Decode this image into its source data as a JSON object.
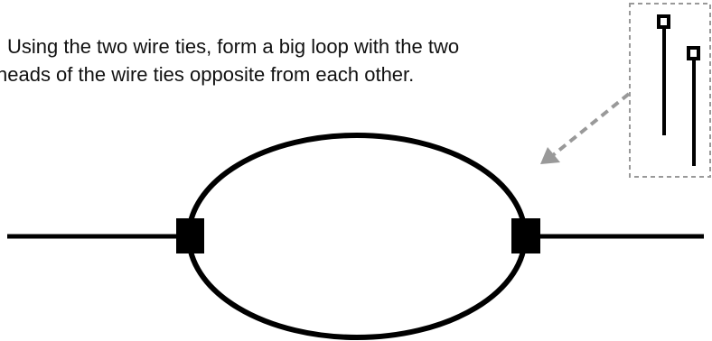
{
  "instruction": {
    "line_1": "Using the two wire ties, form a big loop with the two",
    "line_2": "heads of the wire ties opposite from each other."
  },
  "colors": {
    "ink": "#000000",
    "inset_border": "#999999",
    "arrow": "#999999",
    "background": "#ffffff"
  },
  "icons": {
    "inset": "two-wire-ties-icon",
    "arrow": "dashed-arrow-icon",
    "loop": "wire-tie-loop-illustration"
  }
}
